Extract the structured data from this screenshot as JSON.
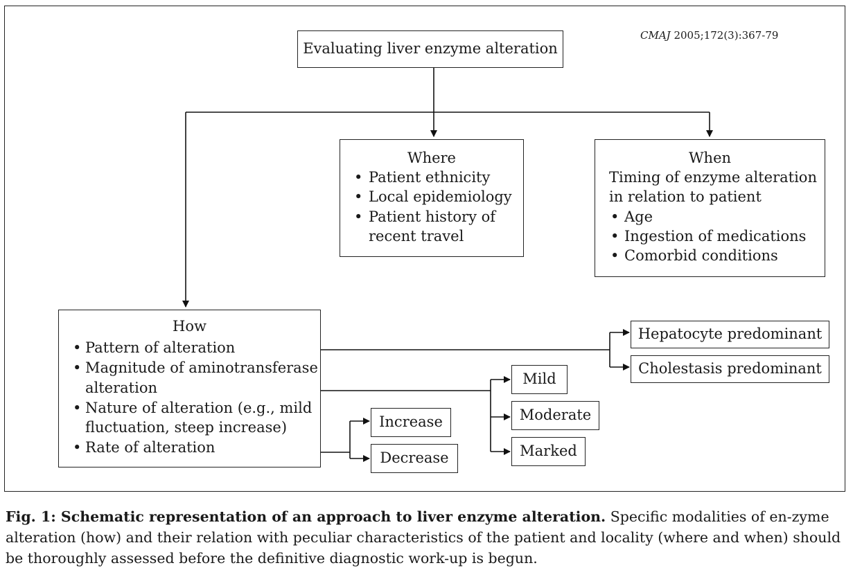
{
  "citation": {
    "journal": "CMAJ",
    "ref": "2005;172(3):367-79"
  },
  "root": {
    "label": "Evaluating liver enzyme alteration"
  },
  "where": {
    "title": "Where",
    "items": [
      "Patient ethnicity",
      "Local epidemiology",
      "Patient history of",
      "recent travel"
    ]
  },
  "when": {
    "title": "When",
    "intro": [
      "Timing of enzyme alteration",
      "in relation to patient"
    ],
    "items": [
      "Age",
      "Ingestion of medications",
      "Comorbid conditions"
    ]
  },
  "how": {
    "title": "How",
    "lines": [
      "Pattern of alteration",
      "Magnitude of aminotransferase",
      "alteration",
      "Nature of alteration (e.g., mild",
      "fluctuation, steep increase)",
      "Rate of alteration"
    ]
  },
  "pattern_outcomes": [
    "Hepatocyte predominant",
    "Cholestasis predominant"
  ],
  "magnitude_outcomes": [
    "Mild",
    "Moderate",
    "Marked"
  ],
  "rate_outcomes": [
    "Increase",
    "Decrease"
  ],
  "caption": {
    "bold": "Fig. 1: Schematic representation of an approach to liver enzyme alteration.",
    "text": "Specific modalities of en-zyme alteration (how) and their relation with peculiar characteristics of the patient and locality (where and when) should be thoroughly assessed before the definitive diagnostic work-up is begun."
  }
}
